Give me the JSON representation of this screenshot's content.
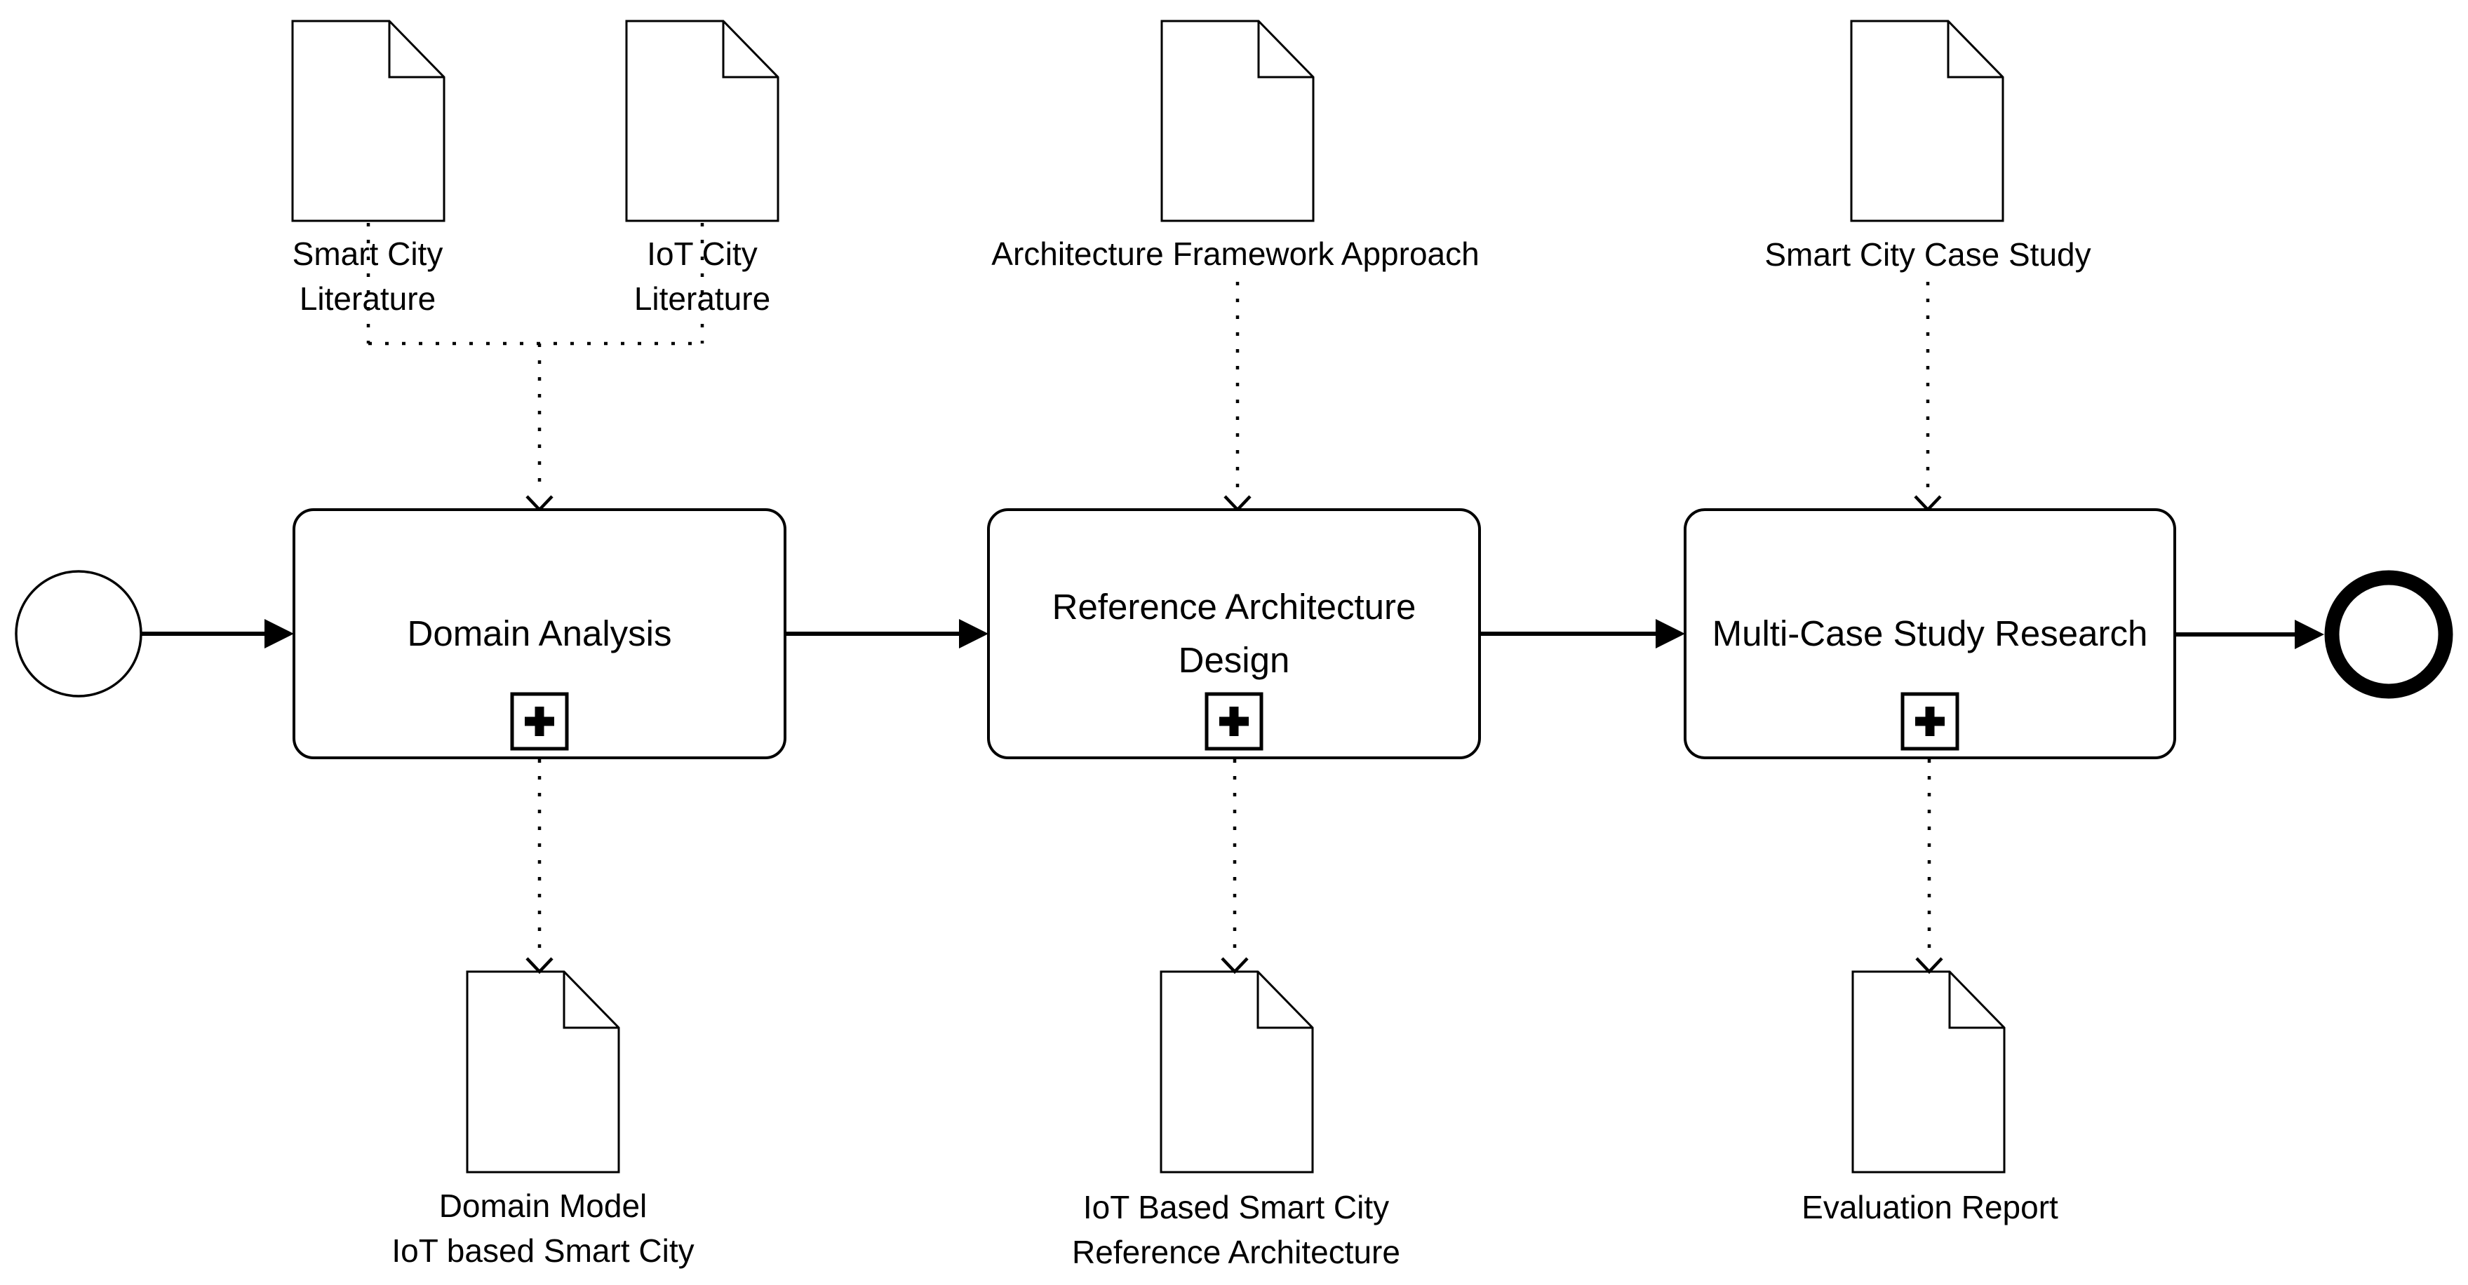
{
  "diagram": {
    "type": "bpmn-process-diagram",
    "colors": {
      "ink": "#000000",
      "background": "#ffffff"
    },
    "start_event": {
      "kind": "start-event-circle"
    },
    "end_event": {
      "kind": "end-event-thick-circle"
    },
    "tasks": [
      {
        "name": "Domain Analysis",
        "marker": "subprocess-plus"
      },
      {
        "name": "Reference Architecture\nDesign",
        "marker": "subprocess-plus"
      },
      {
        "name": "Multi-Case Study Research",
        "marker": "subprocess-plus"
      }
    ],
    "inputs": [
      {
        "label": "Smart City\nLiterature"
      },
      {
        "label": "IoT City\nLiterature"
      },
      {
        "label": "Architecture Framework Approach"
      },
      {
        "label": "Smart City Case Study"
      }
    ],
    "outputs": [
      {
        "label": "Domain Model\nIoT based Smart City"
      },
      {
        "label": "IoT Based Smart City\nReference Architecture"
      },
      {
        "label": "Evaluation Report"
      }
    ]
  }
}
